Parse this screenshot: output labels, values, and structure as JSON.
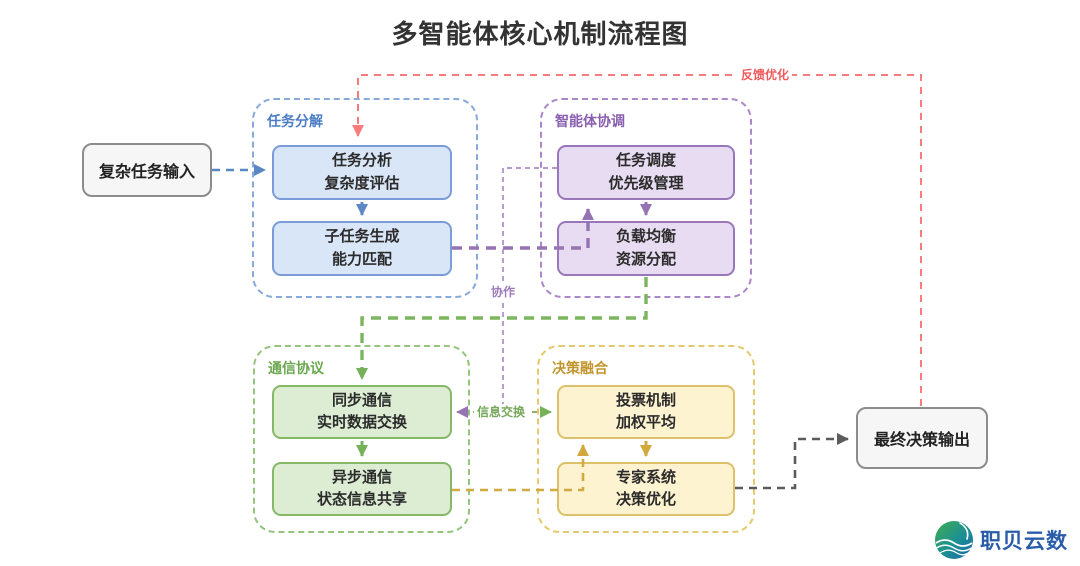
{
  "title": "多智能体核心机制流程图",
  "nodes": {
    "input": {
      "label": "复杂任务输入"
    },
    "output": {
      "label": "最终决策输出"
    }
  },
  "groups": {
    "task_decomposition": {
      "label": "任务分解",
      "box1": {
        "line1": "任务分析",
        "line2": "复杂度评估"
      },
      "box2": {
        "line1": "子任务生成",
        "line2": "能力匹配"
      }
    },
    "agent_coordination": {
      "label": "智能体协调",
      "box1": {
        "line1": "任务调度",
        "line2": "优先级管理"
      },
      "box2": {
        "line1": "负载均衡",
        "line2": "资源分配"
      }
    },
    "communication_protocol": {
      "label": "通信协议",
      "box1": {
        "line1": "同步通信",
        "line2": "实时数据交换"
      },
      "box2": {
        "line1": "异步通信",
        "line2": "状态信息共享"
      }
    },
    "decision_fusion": {
      "label": "决策融合",
      "box1": {
        "line1": "投票机制",
        "line2": "加权平均"
      },
      "box2": {
        "line1": "专家系统",
        "line2": "决策优化"
      }
    }
  },
  "edge_labels": {
    "feedback": "反馈优化",
    "collaboration": "协作",
    "exchange": "信息交换"
  },
  "logo": {
    "text": "职贝云数"
  },
  "colors": {
    "blue_accent": "#5b87c5",
    "purple_accent": "#9673b2",
    "green_accent": "#76b159",
    "yellow_accent": "#d2a93d",
    "red_feedback": "#f97c7c",
    "gray_output": "#5c5c5c",
    "blue_fill": "#d9e6f7",
    "purple_fill": "#e7dcf1",
    "green_fill": "#dcedd4",
    "yellow_fill": "#fdf3d1"
  }
}
